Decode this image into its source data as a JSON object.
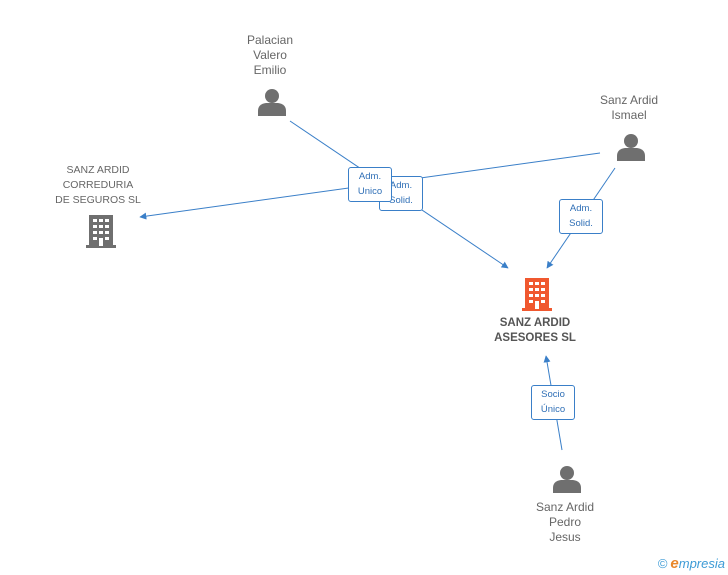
{
  "nodes": {
    "palacian": {
      "lines": [
        "Palacian",
        "Valero",
        "Emilio"
      ]
    },
    "ismael": {
      "lines": [
        "Sanz Ardid",
        "Ismael"
      ]
    },
    "correduria": {
      "lines": [
        "SANZ ARDID",
        "CORREDURIA",
        "DE SEGUROS SL"
      ]
    },
    "asesores": {
      "lines": [
        "SANZ ARDID",
        "ASESORES SL"
      ]
    },
    "pedro": {
      "lines": [
        "Sanz Ardid",
        "Pedro",
        "Jesus"
      ]
    }
  },
  "edges": {
    "adm_unico": [
      "Adm.",
      "Unico"
    ],
    "adm_solid_1": [
      "Adm.",
      "Solid."
    ],
    "adm_solid_2": [
      "Adm.",
      "Solid."
    ],
    "socio_unico": [
      "Socio",
      "Único"
    ]
  },
  "footer": {
    "copyright_symbol": "©",
    "brand_initial": "e",
    "brand_rest": "mpresia"
  },
  "colors": {
    "edge": "#3a7fc8",
    "person_icon": "#6f6f6f",
    "company_icon": "#6f6f6f",
    "main_company_icon": "#f0582f"
  }
}
